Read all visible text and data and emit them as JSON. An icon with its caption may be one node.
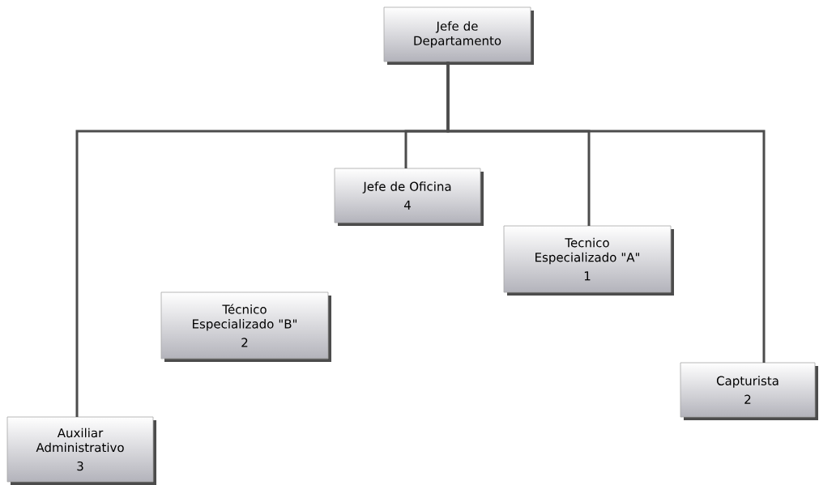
{
  "diagram": {
    "nodes": [
      {
        "text": [
          "Jefe de Departamento"
        ]
      },
      {
        "text": [
          "Jefe de Oficina",
          "4"
        ]
      },
      {
        "text": [
          "Tecnico Especializado \"A\"",
          "1"
        ]
      },
      {
        "text": [
          "Técnico Especializado \"B\"",
          "2"
        ]
      },
      {
        "text": [
          "Capturista",
          "2"
        ]
      },
      {
        "text": [
          "Auxiliar Administrativo",
          "3"
        ]
      }
    ],
    "edges": [
      {
        "from": 0,
        "to": 1,
        "arrow": "none"
      },
      {
        "from": 0,
        "to": 2,
        "arrow": "none"
      },
      {
        "from": 0,
        "to": 4,
        "arrow": "none"
      },
      {
        "from": 0,
        "to": 5,
        "arrow": "none"
      }
    ]
  }
}
